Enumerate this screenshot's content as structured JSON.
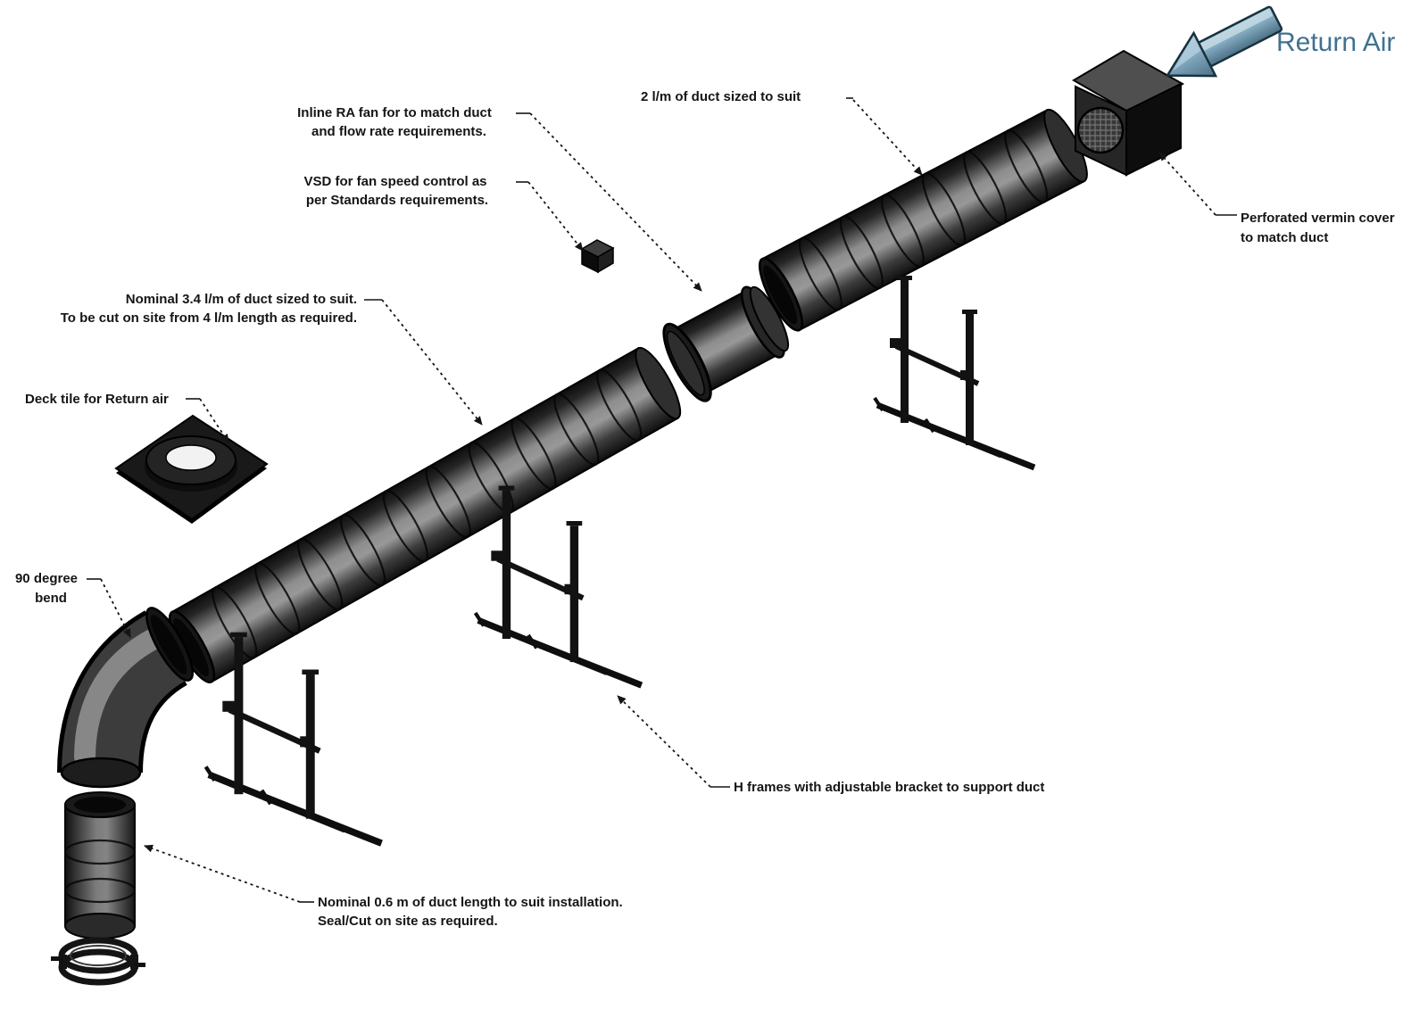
{
  "title": "Return air duct installation exploded diagram",
  "colors": {
    "background": "#ffffff",
    "duct_dark": "#0e0e0e",
    "duct_highlight": "#979797",
    "label_text": "#151515",
    "return_air_text": "#40718f",
    "arrow_steel_blue": "#7fa6bc"
  },
  "icons": {
    "return_air_arrow": "3d-arrow-down-left-icon"
  },
  "labels": {
    "return_air": "Return Air",
    "inline_fan": {
      "line1": "Inline RA fan for to match duct",
      "line2": "and flow rate requirements."
    },
    "vsd": {
      "line1": "VSD for fan speed control as",
      "line2": "per Standards requirements."
    },
    "duct_2lm": {
      "line1": "2 l/m of duct sized to suit"
    },
    "duct_34lm": {
      "line1": "Nominal 3.4 l/m of duct sized to suit.",
      "line2": "To be cut on site from 4 l/m length as required."
    },
    "deck_tile": {
      "line1": "Deck tile for Return air"
    },
    "bend": {
      "line1": "90 degree",
      "line2": "bend"
    },
    "vermin_cover": {
      "line1": "Perforated vermin cover",
      "line2": "to match duct"
    },
    "h_frames": {
      "line1": "H frames with adjustable bracket to support duct"
    },
    "duct_06m": {
      "line1": "Nominal 0.6 m of duct length to suit installation.",
      "line2": "Seal/Cut on site as required."
    }
  }
}
